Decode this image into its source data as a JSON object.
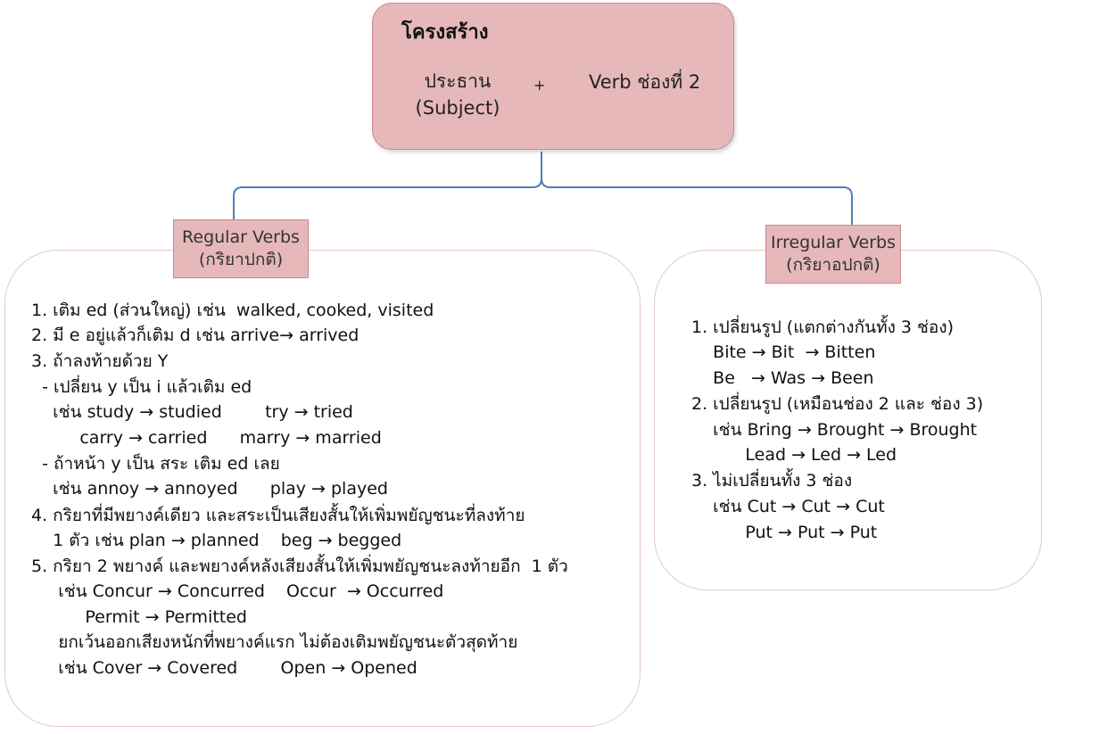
{
  "structure": {
    "title": "โครงสร้าง",
    "subject_line1": "ประธาน",
    "subject_line2": "(Subject)",
    "plus": "+",
    "verb": "Verb ช่องที่ 2"
  },
  "regular": {
    "label_line1": "Regular Verbs",
    "label_line2": "(กริยาปกติ)",
    "lines": [
      "1. เติม ed (ส่วนใหญ่) เช่น  walked, cooked, visited",
      "2. มี e อยู่แล้วก็เติม d เช่น arrive→ arrived",
      "3. ถ้าลงท้ายด้วย Y",
      "  - เปลี่ยน y เป็น i แล้วเติม ed",
      "    เช่น study → studied        try → tried",
      "         carry → carried      marry → married",
      "  - ถ้าหน้า y เป็น สระ เติม ed เลย",
      "    เช่น annoy → annoyed      play → played",
      "4. กริยาที่มีพยางค์เดียว และสระเป็นเสียงสั้นให้เพิ่มพยัญชนะที่ลงท้าย",
      "    1 ตัว เช่น plan → planned    beg → begged",
      "5. กริยา 2 พยางค์ และพยางค์หลังเสียงสั้นให้เพิ่มพยัญชนะลงท้ายอีก  1 ตัว",
      "     เช่น Concur → Concurred    Occur  → Occurred",
      "          Permit → Permitted",
      "     ยกเว้นออกเสียงหนักที่พยางค์แรก ไม่ต้องเติมพยัญชนะตัวสุดท้าย",
      "     เช่น Cover → Covered        Open → Opened"
    ]
  },
  "irregular": {
    "label_line1": "Irregular Verbs",
    "label_line2": "(กริยาอปกติ)",
    "lines": [
      "1. เปลี่ยนรูป (แตกต่างกันทั้ง 3 ช่อง)",
      "    Bite → Bit  → Bitten",
      "    Be   → Was → Been",
      "2. เปลี่ยนรูป (เหมือนช่อง 2 และ ช่อง 3)",
      "    เช่น Bring → Brought → Brought",
      "          Lead → Led → Led",
      "3. ไม่เปลี่ยนทั้ง 3 ช่อง",
      "    เช่น Cut → Cut → Cut",
      "          Put → Put → Put"
    ]
  },
  "colors": {
    "box": "#e6b8ba",
    "connector": "#4f7fb5"
  }
}
